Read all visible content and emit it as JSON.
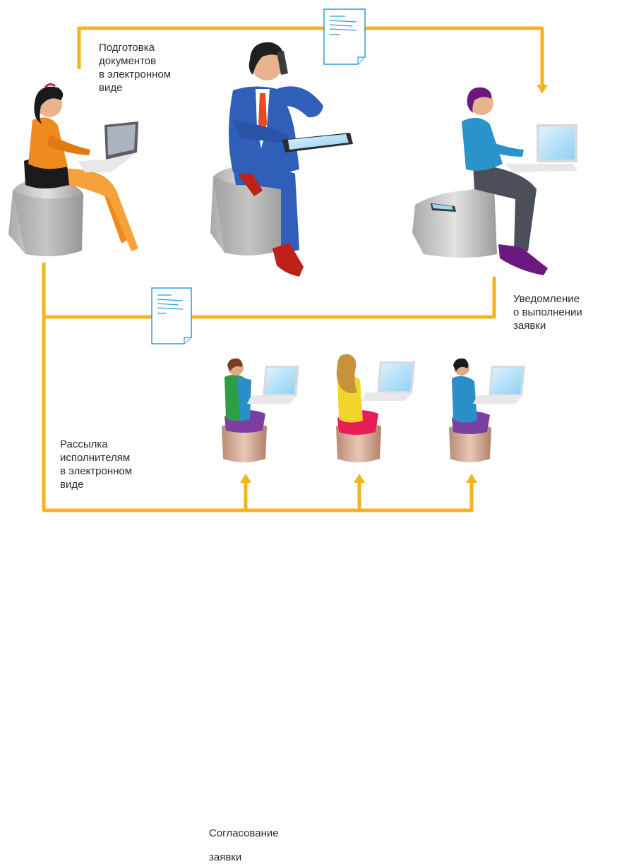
{
  "labels": {
    "prep": [
      "Подготовка",
      "документов",
      "в электронном",
      "виде"
    ],
    "approval": [
      "Согласование",
      "заявки"
    ],
    "notice": [
      "Уведомление",
      "о выполнении",
      "заявки"
    ],
    "mailing": [
      "Рассылка",
      "исполнителям",
      "в электронном",
      "виде"
    ]
  },
  "colors": {
    "flow_line": "#f5b324",
    "document": "#2a9fd6",
    "suit": "#2f5fb8",
    "woman_top": "#f08a1e",
    "stool": "#c9c9c9"
  },
  "icons": [
    "document-icon",
    "laptop-icon",
    "tablet-icon",
    "phone-icon"
  ]
}
